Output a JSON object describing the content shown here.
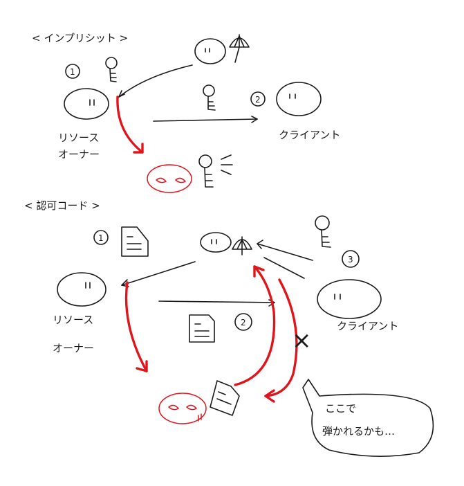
{
  "sections": {
    "implicit": {
      "title": "< インプリシット >"
    },
    "auth_code": {
      "title": "< 認可コード >"
    }
  },
  "roles": {
    "resource_owner_line1": "リソース",
    "resource_owner_line2": "オーナー",
    "client": "クライアント"
  },
  "steps": {
    "one": "1",
    "two": "2",
    "three": "3"
  },
  "speech_bubble": {
    "line1": "ここで",
    "line2": "弾かれるかも…"
  },
  "cross_mark": "×",
  "colors": {
    "ink": "#1a1a1a",
    "attacker": "#e0141b"
  }
}
